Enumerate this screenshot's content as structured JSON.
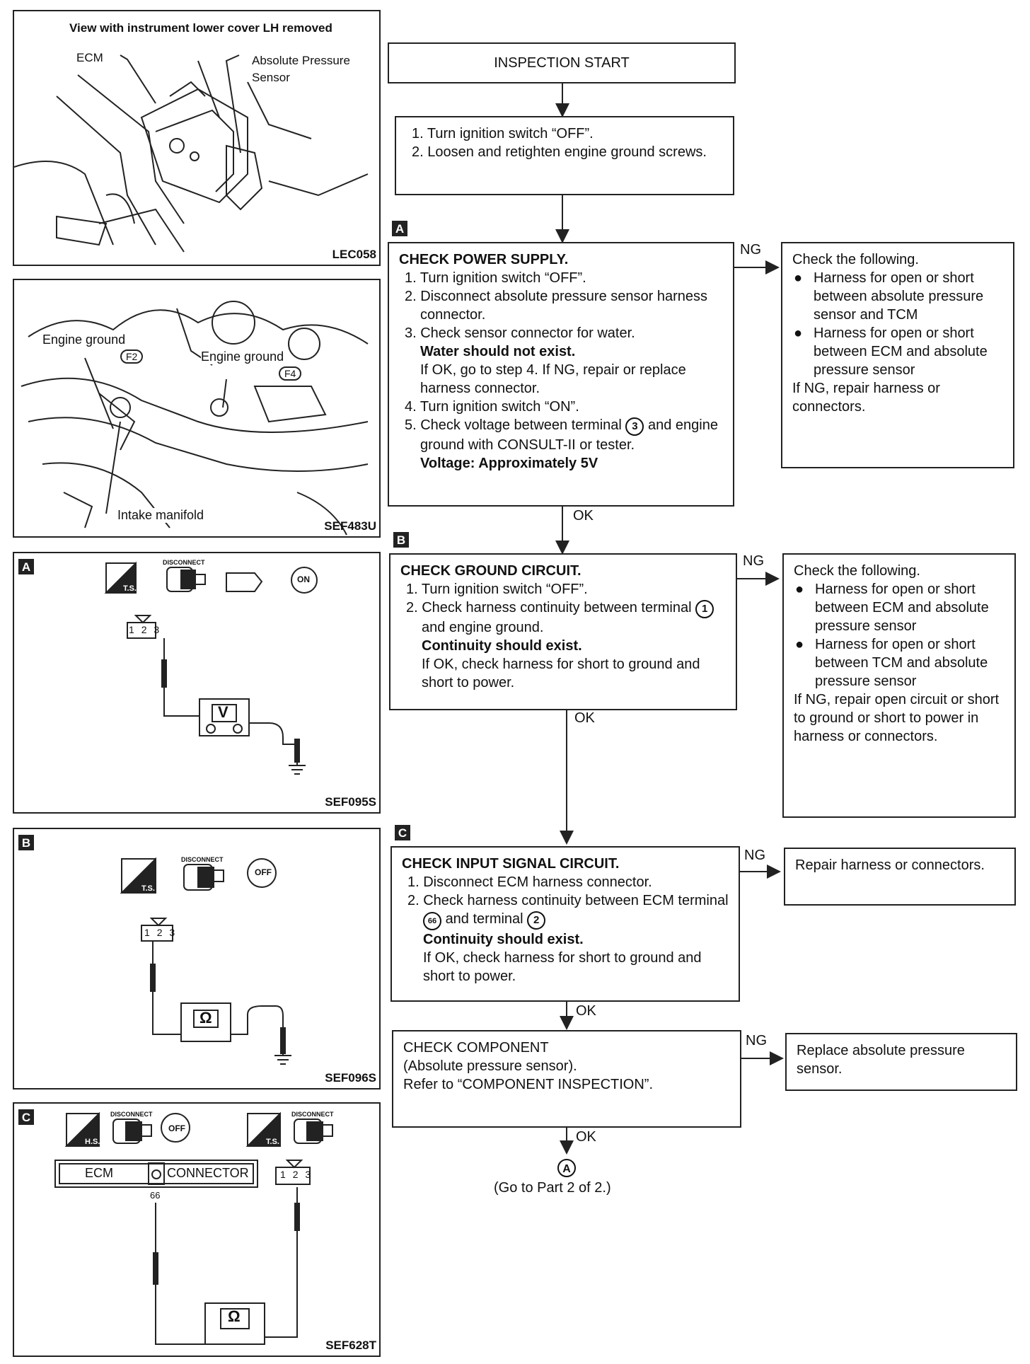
{
  "figures": {
    "lec058": {
      "caption": "View with instrument lower cover LH removed",
      "ecm_label": "ECM",
      "sensor_label": "Absolute Pressure Sensor",
      "code": "LEC058"
    },
    "sef483u": {
      "engine_ground_1": "Engine ground",
      "f2": "F2",
      "engine_ground_2": "Engine ground",
      "f4": "F4",
      "intake": "Intake manifold",
      "code": "SEF483U"
    },
    "a": {
      "tag": "A",
      "ts": "T.S.",
      "disconnect": "DISCONNECT",
      "on": "ON",
      "pins": [
        "1",
        "2",
        "3"
      ],
      "meter": "V",
      "code": "SEF095S"
    },
    "b": {
      "tag": "B",
      "ts": "T.S.",
      "disconnect": "DISCONNECT",
      "off": "OFF",
      "pins": [
        "1",
        "2",
        "3"
      ],
      "meter": "Ω",
      "code": "SEF096S"
    },
    "c": {
      "tag": "C",
      "hs": "H.S.",
      "ts": "T.S.",
      "disconnect": "DISCONNECT",
      "off": "OFF",
      "ecm": "ECM",
      "connector": "CONNECTOR",
      "terminal": "66",
      "pins": [
        "1",
        "2",
        "3"
      ],
      "meter": "Ω",
      "code": "SEF628T"
    }
  },
  "flow": {
    "start": "INSPECTION START",
    "prep": [
      "1. Turn ignition switch “OFF”.",
      "2. Loosen and retighten engine ground screws."
    ],
    "step_a": {
      "tag": "A",
      "title": "CHECK POWER SUPPLY.",
      "s1": "1. Turn ignition switch “OFF”.",
      "s2": "2. Disconnect absolute pressure sensor harness connector.",
      "s3": "3. Check sensor connector for water.",
      "s3_bold": "Water should not exist.",
      "s3_note": "If OK, go to step 4. If NG, repair or replace harness connector.",
      "s4": "4. Turn ignition switch “ON”.",
      "s5_pre": "5. Check voltage between terminal",
      "s5_term": "3",
      "s5_post": "and engine ground with CONSULT-II or tester.",
      "s5_bold": "Voltage: Approximately 5V",
      "ng": "NG",
      "ok": "OK",
      "ng_title": "Check the following.",
      "ng_items": [
        "Harness for open or short between absolute pressure sensor and TCM",
        "Harness for open or short between ECM and absolute pressure sensor"
      ],
      "ng_footer": "If NG, repair harness or connectors."
    },
    "step_b": {
      "tag": "B",
      "title": "CHECK GROUND CIRCUIT.",
      "s1": "1. Turn ignition switch “OFF”.",
      "s2_pre": "2. Check harness continuity between terminal",
      "s2_term": "1",
      "s2_post": "and engine ground.",
      "s2_bold": "Continuity should exist.",
      "s2_note": "If OK, check harness for short to ground and short to power.",
      "ng": "NG",
      "ok": "OK",
      "ng_title": "Check the following.",
      "ng_items": [
        "Harness for open or short between ECM and absolute pressure sensor",
        "Harness for open or short between TCM and absolute pressure sensor"
      ],
      "ng_footer": "If NG, repair open circuit or short to ground or short to power in harness or connectors."
    },
    "step_c": {
      "tag": "C",
      "title": "CHECK INPUT SIGNAL CIRCUIT.",
      "s1": "1. Disconnect ECM harness connector.",
      "s2_pre": "2. Check harness continuity between ECM terminal",
      "s2_term1": "66",
      "s2_mid": "and terminal",
      "s2_term2": "2",
      "s2_bold": "Continuity should exist.",
      "s2_note": "If OK, check harness for short to ground and short to power.",
      "ng": "NG",
      "ok": "OK",
      "ng_text": "Repair harness or connectors."
    },
    "component": {
      "l1": "CHECK COMPONENT",
      "l2": "(Absolute pressure sensor).",
      "l3": "Refer to “COMPONENT INSPECTION”.",
      "ng": "NG",
      "ok": "OK",
      "ng_text": "Replace absolute pressure sensor."
    },
    "end": {
      "marker": "A",
      "text": "(Go to Part 2 of 2.)"
    }
  }
}
